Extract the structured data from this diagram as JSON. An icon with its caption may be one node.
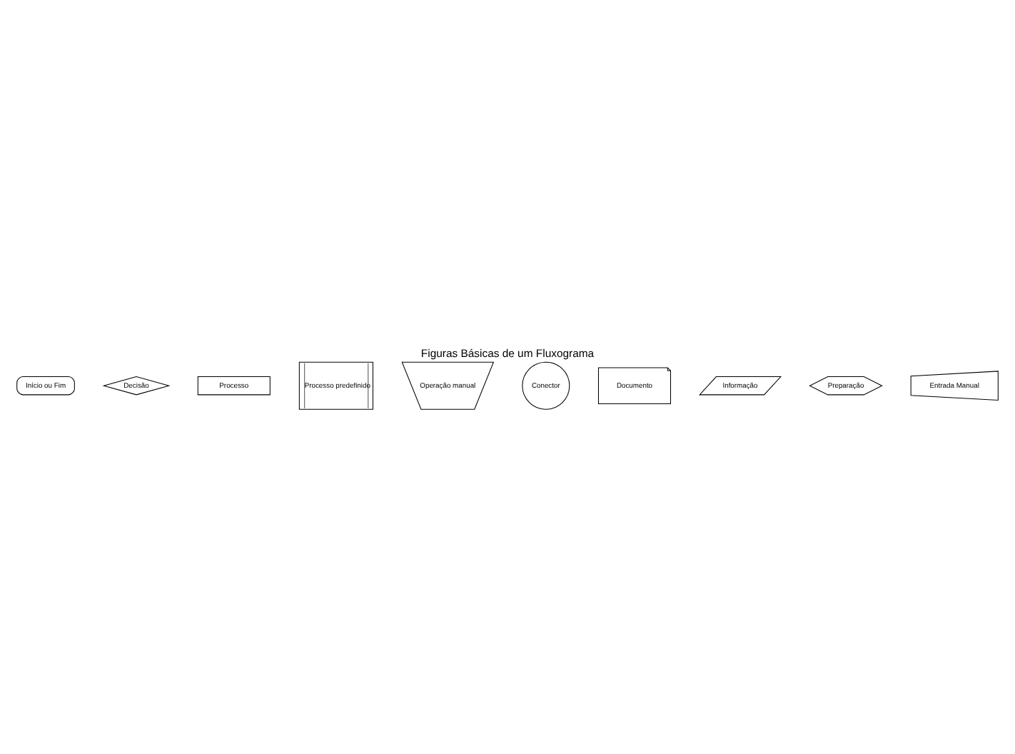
{
  "diagram": {
    "title": "Figuras Básicas de um Fluxograma",
    "nodes": [
      {
        "text": [
          "Início ou Fim"
        ]
      },
      {
        "text": [
          "Decisão"
        ]
      },
      {
        "text": [
          "Processo"
        ]
      },
      {
        "text": [
          "Processo predefinido"
        ]
      },
      {
        "text": [
          "Operação manual"
        ]
      },
      {
        "text": [
          "Conector"
        ]
      },
      {
        "text": [
          "Documento"
        ]
      },
      {
        "text": [
          "Informação"
        ]
      },
      {
        "text": [
          "Preparação"
        ]
      },
      {
        "text": [
          "Entrada Manual"
        ]
      }
    ],
    "edges": []
  }
}
